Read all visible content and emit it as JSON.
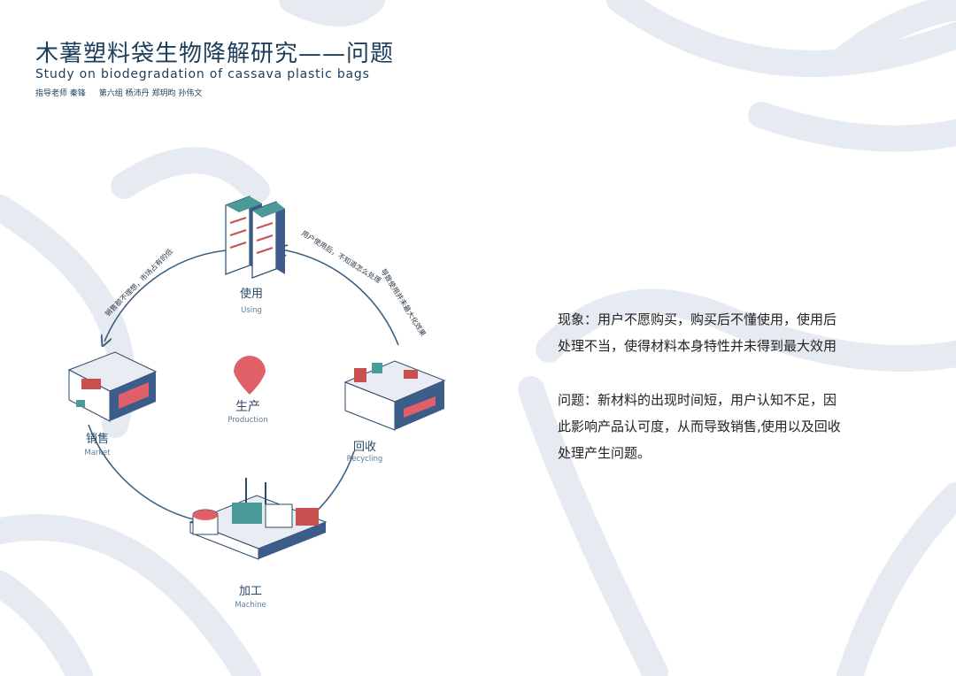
{
  "header": {
    "title_zh": "木薯塑料袋生物降解研究——问题",
    "title_en": "Study on biodegradation of cassava plastic bags",
    "credits": [
      "指导老师 秦锋",
      "第六组 杨沛丹 郑玥昀 孙伟文"
    ]
  },
  "cycle": {
    "center": {
      "label_zh": "生产",
      "label_en": "Production"
    },
    "nodes": [
      {
        "id": "using",
        "label_zh": "使用",
        "label_en": "Using"
      },
      {
        "id": "recycling",
        "label_zh": "回收",
        "label_en": "Recycling"
      },
      {
        "id": "machine",
        "label_zh": "加工",
        "label_en": "Machine"
      },
      {
        "id": "market",
        "label_zh": "销售",
        "label_en": "Market"
      }
    ],
    "arc_labels": {
      "left": "销售额不理想，市场占有的低",
      "right_1": "用户使用后，不知道怎么处理",
      "right_2": "导致使用并未最大化效果"
    }
  },
  "text": {
    "phenomenon_lines": [
      "现象：用户不愿购买，购买后不懂使用，使用后",
      "处理不当，使得材料本身特性并未得到最大效用"
    ],
    "problem_lines": [
      "问题：新材料的出现时间短，用户认知不足，因",
      "此影响产品认可度，从而导致销售,使用以及回收",
      "处理产生问题。"
    ]
  },
  "colors": {
    "navy": "#1d3d5a",
    "accent_red": "#e0606a",
    "bg_shape": "#e6ebf2",
    "cycle_line": "#3d5f80"
  }
}
